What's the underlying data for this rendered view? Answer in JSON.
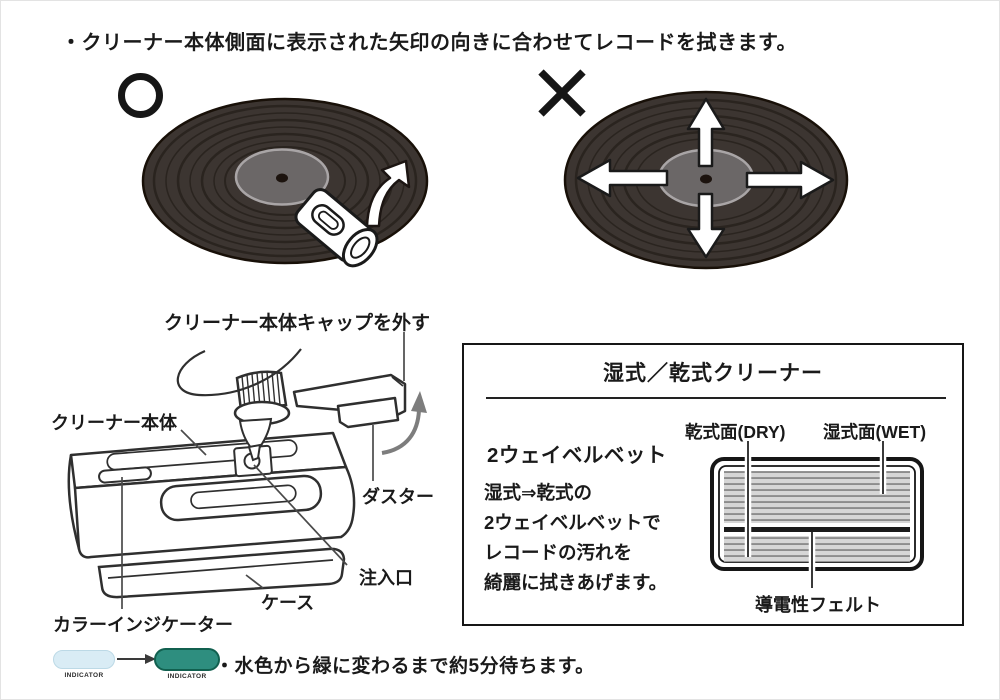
{
  "page": {
    "background": "#ffffff",
    "top_instruction": "・クリーナー本体側面に表示された矢印の向きに合わせてレコードを拭きます。",
    "bottom_note": "・水色から緑に変わるまで約5分待ちます。"
  },
  "wipe_direction": {
    "correct_symbol": "○",
    "wrong_symbol": "×",
    "colors": {
      "disc": "#3c3531",
      "groove": "#2a241f",
      "label": "#6b6767",
      "label_ring": "#a9a5a6",
      "hole": "#1c130e",
      "arrow_fill": "#ffffff",
      "outline": "#1a1a1a"
    }
  },
  "cleaner_diagram": {
    "labels": {
      "cap": "クリーナー本体キャップを外す",
      "body": "クリーナー本体",
      "duster": "ダスター",
      "inlet": "注入口",
      "case": "ケース",
      "color_indicator": "カラーインジケーター"
    }
  },
  "wet_dry_box": {
    "title": "湿式／乾式クリーナー",
    "heading": "2ウェイベルベット",
    "description_lines": [
      "湿式⇒乾式の",
      "2ウェイベルベットで",
      "レコードの汚れを",
      "綺麗に拭きあげます。"
    ],
    "pad_labels": {
      "dry": "乾式面(DRY)",
      "wet": "湿式面(WET)",
      "felt": "導電性フェルト"
    },
    "pad_colors": {
      "stripe_bg": "#d6d6d6",
      "stripe_line": "#8d8d8d",
      "felt_line": "#1b1b1b"
    }
  },
  "indicator_legend": {
    "before": {
      "label": "INDICATOR",
      "color": "#d9ecf5",
      "border": "#bcd9e6"
    },
    "after": {
      "label": "INDICATOR",
      "color": "#2e8e7f",
      "border": "#11604f"
    }
  }
}
